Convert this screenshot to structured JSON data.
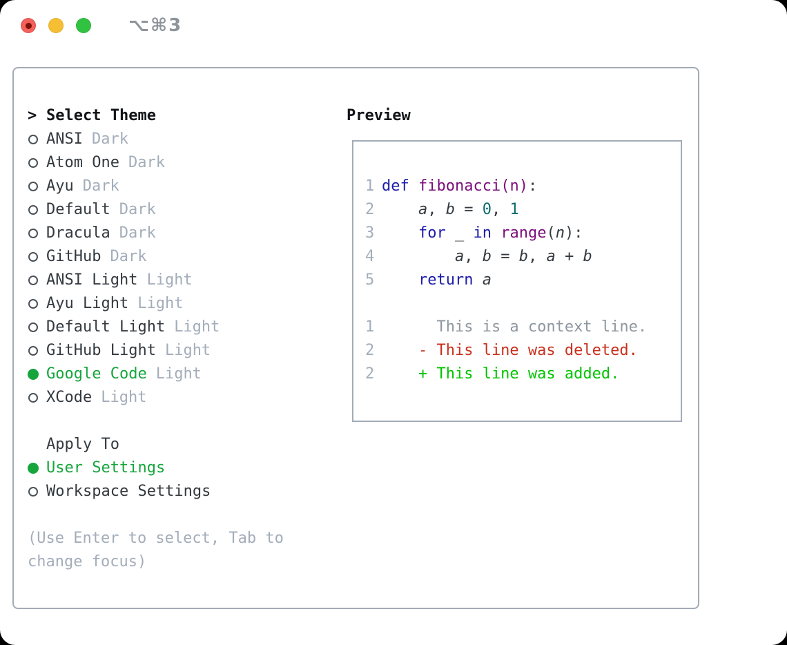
{
  "titlebar": {
    "title": "⌥⌘3"
  },
  "theme_picker": {
    "header_marker": ">",
    "header": "Select Theme",
    "items": [
      {
        "name": "ANSI",
        "variant": "Dark",
        "selected": false
      },
      {
        "name": "Atom One",
        "variant": "Dark",
        "selected": false
      },
      {
        "name": "Ayu",
        "variant": "Dark",
        "selected": false
      },
      {
        "name": "Default",
        "variant": "Dark",
        "selected": false
      },
      {
        "name": "Dracula",
        "variant": "Dark",
        "selected": false
      },
      {
        "name": "GitHub",
        "variant": "Dark",
        "selected": false
      },
      {
        "name": "ANSI Light",
        "variant": "Light",
        "selected": false
      },
      {
        "name": "Ayu Light",
        "variant": "Light",
        "selected": false
      },
      {
        "name": "Default Light",
        "variant": "Light",
        "selected": false
      },
      {
        "name": "GitHub Light",
        "variant": "Light",
        "selected": false
      },
      {
        "name": "Google Code",
        "variant": "Light",
        "selected": true
      },
      {
        "name": "XCode",
        "variant": "Light",
        "selected": false
      }
    ]
  },
  "apply_to": {
    "header": "Apply To",
    "options": [
      {
        "label": "User Settings",
        "selected": true
      },
      {
        "label": "Workspace Settings",
        "selected": false
      }
    ]
  },
  "hint": "(Use Enter to select, Tab to change focus)",
  "preview": {
    "header": "Preview",
    "code_lines": [
      {
        "num": "1",
        "tokens": [
          [
            "kw",
            "def"
          ],
          [
            "pl",
            " "
          ],
          [
            "fn",
            "fibonacci(n)"
          ],
          [
            "pl",
            ":"
          ]
        ]
      },
      {
        "num": "2",
        "tokens": [
          [
            "pl",
            "    "
          ],
          [
            "var",
            "a"
          ],
          [
            "pl",
            ", "
          ],
          [
            "var",
            "b"
          ],
          [
            "pl",
            " = "
          ],
          [
            "num",
            "0"
          ],
          [
            "pl",
            ", "
          ],
          [
            "num",
            "1"
          ]
        ]
      },
      {
        "num": "3",
        "tokens": [
          [
            "pl",
            "    "
          ],
          [
            "kw",
            "for"
          ],
          [
            "pl",
            " _ "
          ],
          [
            "kw",
            "in"
          ],
          [
            "pl",
            " "
          ],
          [
            "fn",
            "range"
          ],
          [
            "pl",
            "("
          ],
          [
            "var",
            "n"
          ],
          [
            "pl",
            "):"
          ]
        ]
      },
      {
        "num": "4",
        "tokens": [
          [
            "pl",
            "        "
          ],
          [
            "var",
            "a"
          ],
          [
            "pl",
            ", "
          ],
          [
            "var",
            "b"
          ],
          [
            "pl",
            " = "
          ],
          [
            "var",
            "b"
          ],
          [
            "pl",
            ", "
          ],
          [
            "var",
            "a"
          ],
          [
            "pl",
            " + "
          ],
          [
            "var",
            "b"
          ]
        ]
      },
      {
        "num": "5",
        "tokens": [
          [
            "pl",
            "    "
          ],
          [
            "kw",
            "return"
          ],
          [
            "pl",
            " "
          ],
          [
            "var",
            "a"
          ]
        ]
      }
    ],
    "diff_lines": [
      {
        "num": "1",
        "sign": "",
        "text": "This is a context line.",
        "type": "context"
      },
      {
        "num": "2",
        "sign": "-",
        "text": "This line was deleted.",
        "type": "deleted"
      },
      {
        "num": "2",
        "sign": "+",
        "text": "This line was added.",
        "type": "added"
      }
    ]
  },
  "colors": {
    "accent": "#16a53c",
    "add": "#00c300",
    "del": "#c9301c",
    "ctx": "#8f97a0",
    "kw": "#1c1caa",
    "fn": "#7a0e7a",
    "numtok": "#0b6b6e",
    "muted": "#a3adba",
    "dark": "#33393f",
    "heading": "#111418",
    "linenum": "#a3adba",
    "border": "#a3abb6",
    "circle": "#4a5158",
    "title": "#8f949b",
    "traffic_red": "#f4605a",
    "traffic_yellow": "#f6be33",
    "traffic_green": "#32c242",
    "traffic_red_dot": "#7c120b"
  }
}
